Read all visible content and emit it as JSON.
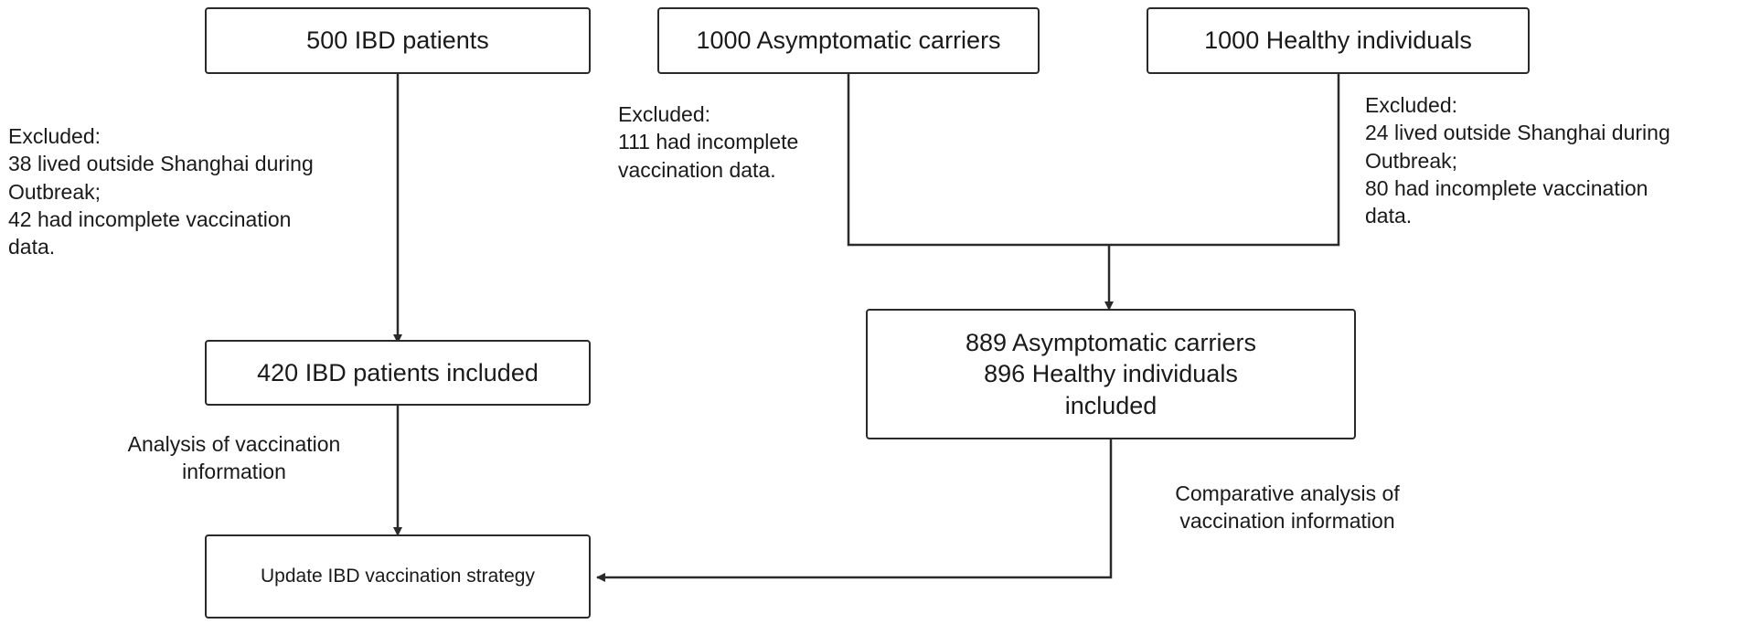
{
  "boxes": {
    "ibd_patients": "500 IBD patients",
    "asymptomatic_carriers": "1000 Asymptomatic carriers",
    "healthy_individuals": "1000 Healthy individuals",
    "ibd_included": "420 IBD patients included",
    "controls_included": "889 Asymptomatic carriers\n896 Healthy individuals\nincluded",
    "outcome": "Update IBD vaccination strategy"
  },
  "notes": {
    "ibd_excluded": "Excluded:\n38 lived outside Shanghai during\nOutbreak;\n42 had incomplete vaccination\ndata.",
    "carriers_excluded": "Excluded:\n111 had incomplete\nvaccination data.",
    "healthy_excluded": "Excluded:\n24 lived outside Shanghai during\nOutbreak;\n80 had incomplete vaccination\ndata.",
    "ibd_analysis": "Analysis of vaccination\ninformation",
    "comparative_analysis": "Comparative analysis of\nvaccination information"
  }
}
